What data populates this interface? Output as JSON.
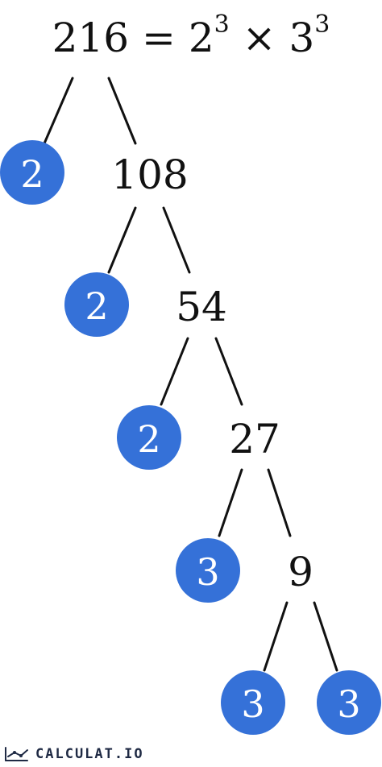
{
  "equation": {
    "number": "216",
    "equals": "=",
    "base1": "2",
    "exp1": "3",
    "times": "×",
    "base2": "3",
    "exp2": "3"
  },
  "tree": {
    "composites": [
      "108",
      "54",
      "27",
      "9"
    ],
    "primes": [
      "2",
      "2",
      "2",
      "3",
      "3",
      "3"
    ]
  },
  "colors": {
    "prime_circle": "#3571D8",
    "prime_text": "#ffffff",
    "composite_text": "#111111",
    "branch": "#111111"
  },
  "logo": {
    "text": "CALCULAT.IO",
    "icon": "calculat-logo-icon"
  }
}
